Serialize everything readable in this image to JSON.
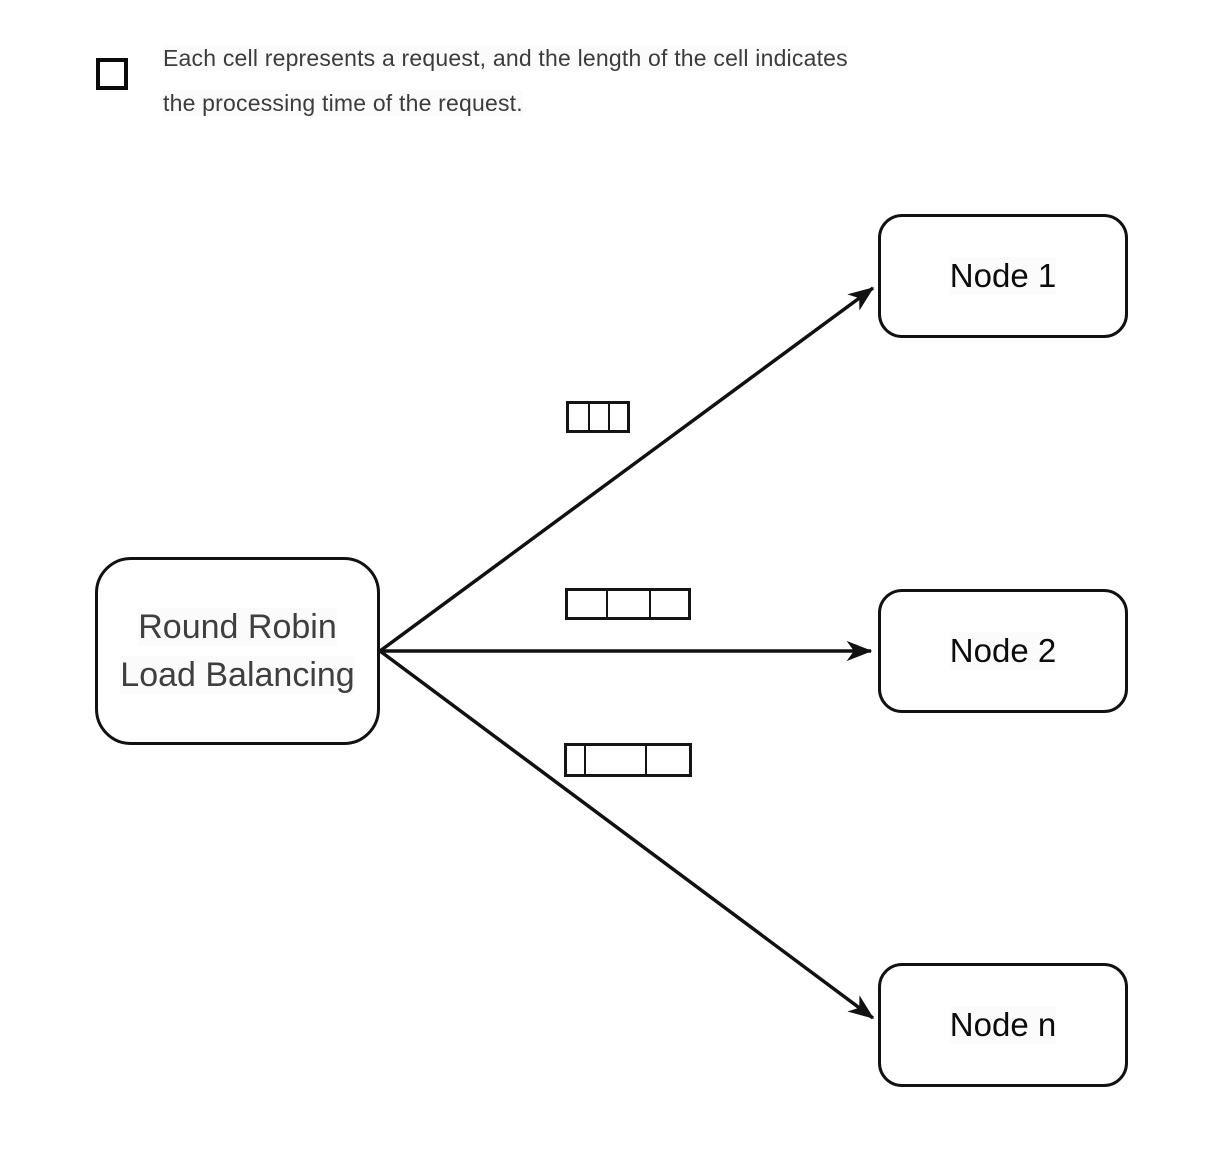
{
  "legend": {
    "icon": "cell-square-icon",
    "line1": "Each cell represents a request, and the length of the cell indicates",
    "line2": "the processing time of the request."
  },
  "source": {
    "label_line1": "Round Robin",
    "label_line2": "Load Balancing"
  },
  "nodes": [
    {
      "label": "Node 1"
    },
    {
      "label": "Node 2"
    },
    {
      "label": "Node n"
    }
  ],
  "request_strips": [
    {
      "target": "Node 1",
      "cells": [
        22,
        22,
        20
      ]
    },
    {
      "target": "Node 2",
      "cells": [
        41,
        43,
        40
      ]
    },
    {
      "target": "Node n",
      "cells": [
        17,
        60,
        43
      ]
    }
  ],
  "edges": [
    {
      "from": "Round Robin Load Balancing",
      "to": "Node 1"
    },
    {
      "from": "Round Robin Load Balancing",
      "to": "Node 2"
    },
    {
      "from": "Round Robin Load Balancing",
      "to": "Node n"
    }
  ],
  "colors": {
    "background": "#ffffff",
    "stroke": "#111111",
    "legend_text": "#3c3c3c",
    "source_text": "#3f3f3f",
    "node_text": "#0c0c0c"
  }
}
